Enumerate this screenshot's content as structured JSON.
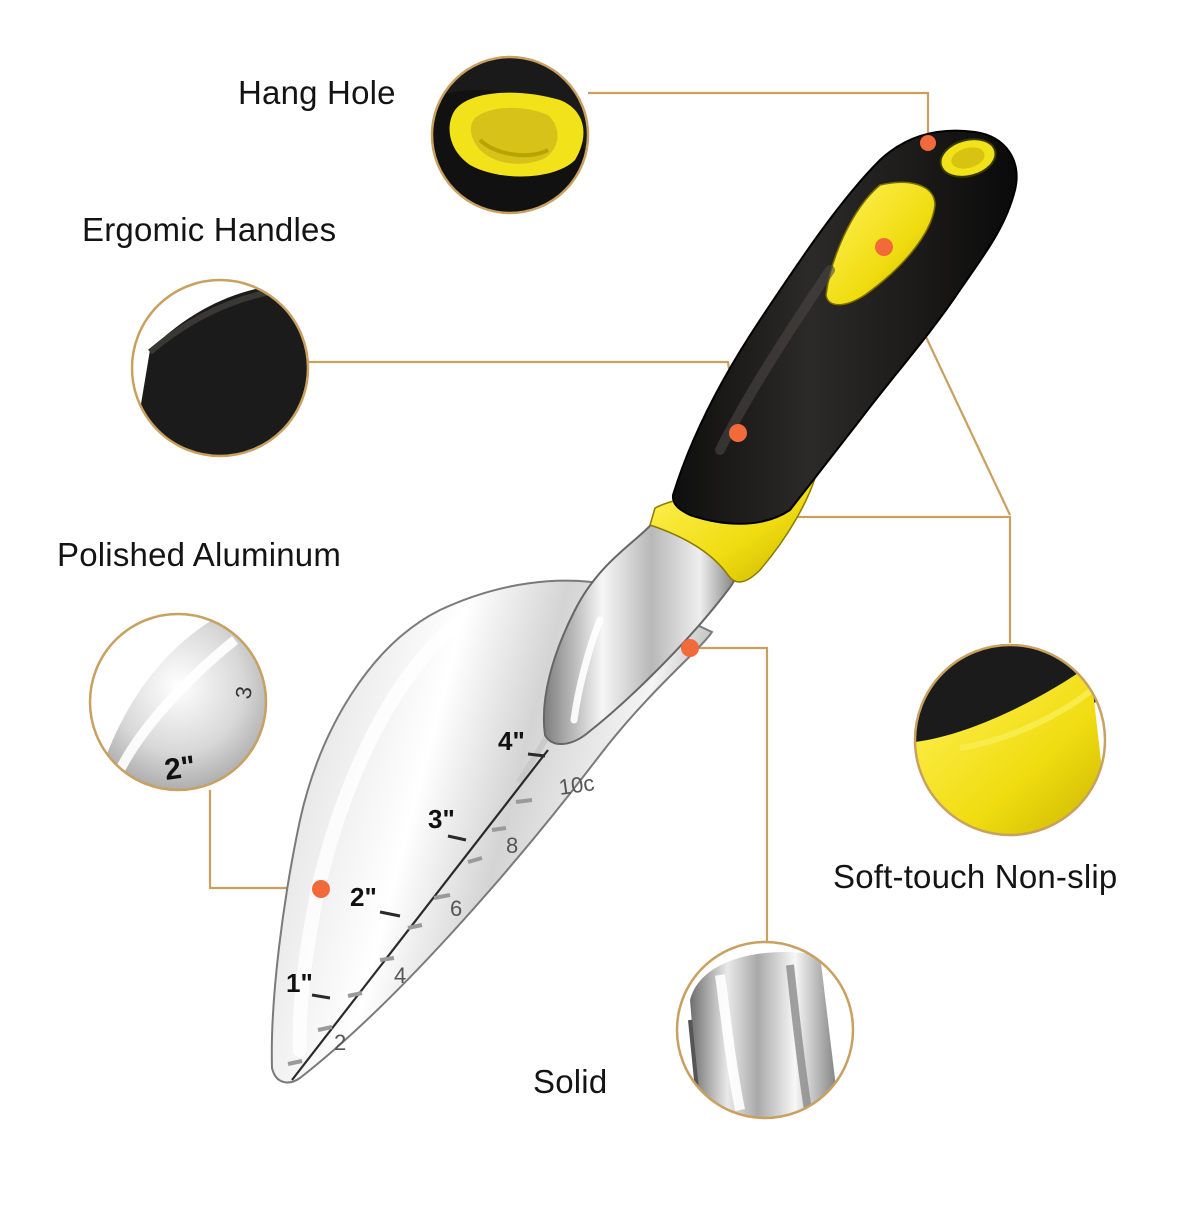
{
  "labels": {
    "hang_hole": "Hang Hole",
    "ergonomic_handles": "Ergomic Handles",
    "polished_aluminum": "Polished Aluminum",
    "soft_touch": "Soft-touch Non-slip",
    "solid": "Solid"
  },
  "ruler": {
    "inch_marks": [
      "1\"",
      "2\"",
      "3\"",
      "4\""
    ],
    "cm_marks": [
      "2",
      "4",
      "6",
      "8",
      "10c"
    ]
  },
  "zoom_marks": {
    "inch": "2\"",
    "edge_digit": "3"
  },
  "colors": {
    "callout_line": "#c8a060",
    "callout_dot": "#f26a3a",
    "handle_black": "#1b1b1b",
    "handle_yellow": "#f2e21a",
    "metal_light": "#f2f2f2",
    "metal_dark": "#8a8a8a"
  }
}
